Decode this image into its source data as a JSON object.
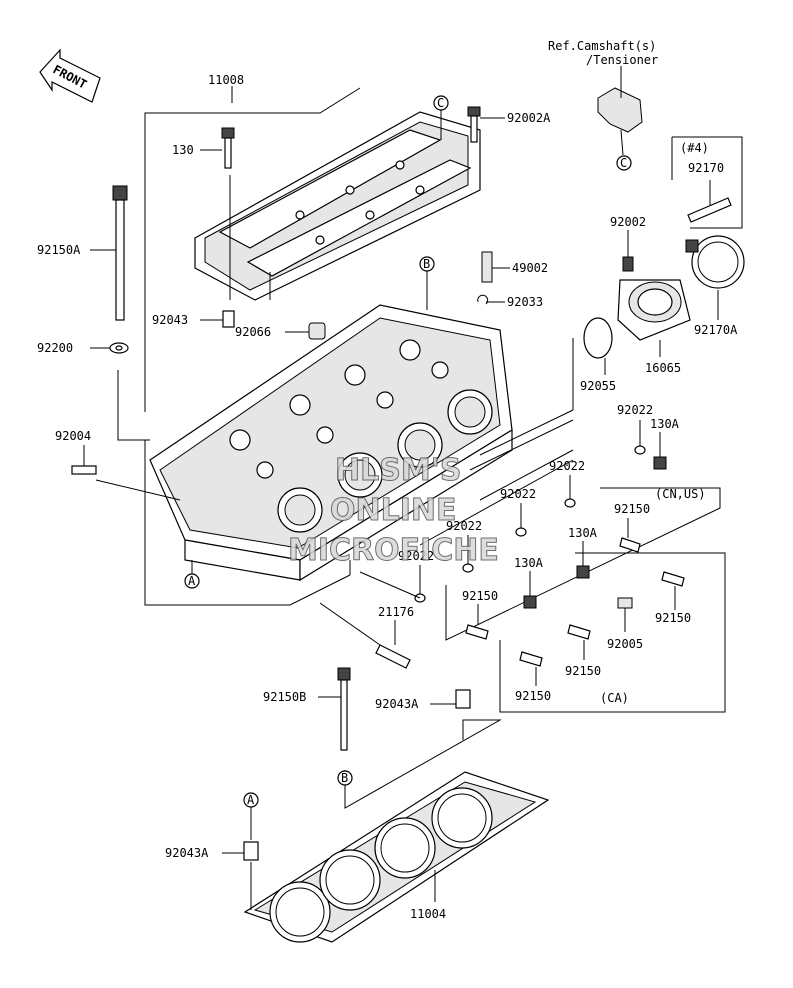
{
  "front_arrow": "FRONT",
  "ref_note": {
    "line1": "Ref.Camshaft(s)",
    "line2": "/Tensioner"
  },
  "callout_circles": {
    "A": "A",
    "B": "B",
    "C": "C"
  },
  "labels": {
    "p11008": "11008",
    "p130": "130",
    "p92002A": "92002A",
    "p92150A": "92150A",
    "p49002": "49002",
    "p92033": "92033",
    "p92043": "92043",
    "p92066": "92066",
    "p92200": "92200",
    "p92004": "92004",
    "p92055": "92055",
    "p16065": "16065",
    "p92002": "92002",
    "p92170": "92170",
    "p92170A": "92170A",
    "p4": "(#4)",
    "p92022_1": "92022",
    "p130A_1": "130A",
    "p92022_2": "92022",
    "p92022_3": "92022",
    "p92022_4": "92022",
    "p92022_5": "92022",
    "pCNUS": "(CN,US)",
    "p92150_1": "92150",
    "p130A_2": "130A",
    "p130A_3": "130A",
    "p92150_2": "92150",
    "p92150_3": "92150",
    "p92005": "92005",
    "p92150_4": "92150",
    "p92150_5": "92150",
    "pCA": "(CA)",
    "p21176": "21176",
    "p92150B": "92150B",
    "p92043A_1": "92043A",
    "p92043A_2": "92043A",
    "p11004": "11004"
  },
  "watermark": {
    "line1": "HLSM'S",
    "line2": "ONLINE",
    "line3": "MICROFICHE"
  }
}
